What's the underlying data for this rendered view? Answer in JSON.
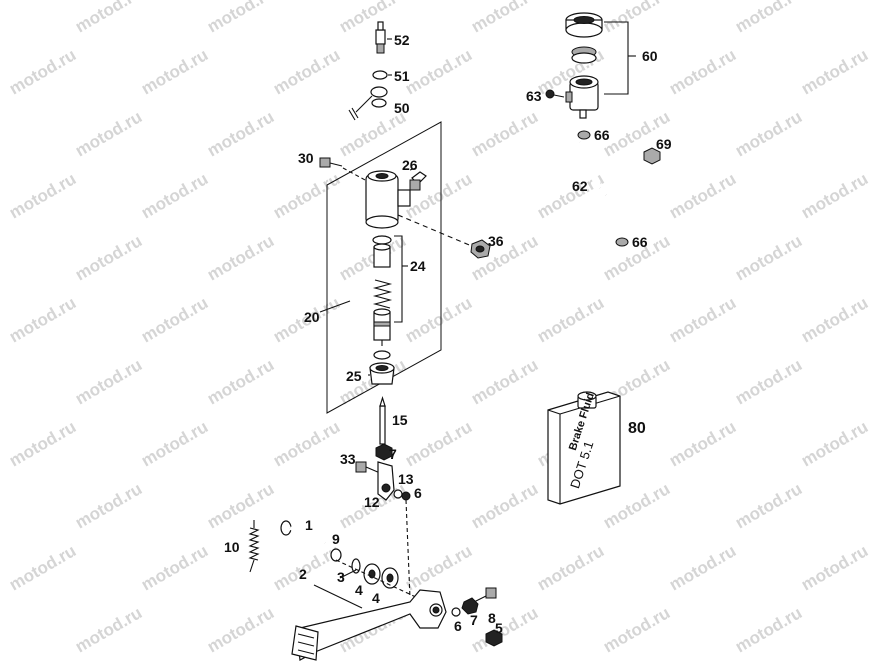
{
  "watermark": "motod.ru",
  "callouts": [
    "52",
    "51",
    "50",
    "30",
    "26",
    "36",
    "24",
    "20",
    "25",
    "15",
    "7",
    "33",
    "13",
    "6",
    "12",
    "1",
    "9",
    "10",
    "2",
    "3",
    "4",
    "4",
    "8",
    "7",
    "6",
    "5",
    "60",
    "63",
    "66",
    "69",
    "62",
    "66",
    "80"
  ],
  "container": {
    "brand_text": "Brake Fluid",
    "spec_text": "DOT 5.1"
  }
}
